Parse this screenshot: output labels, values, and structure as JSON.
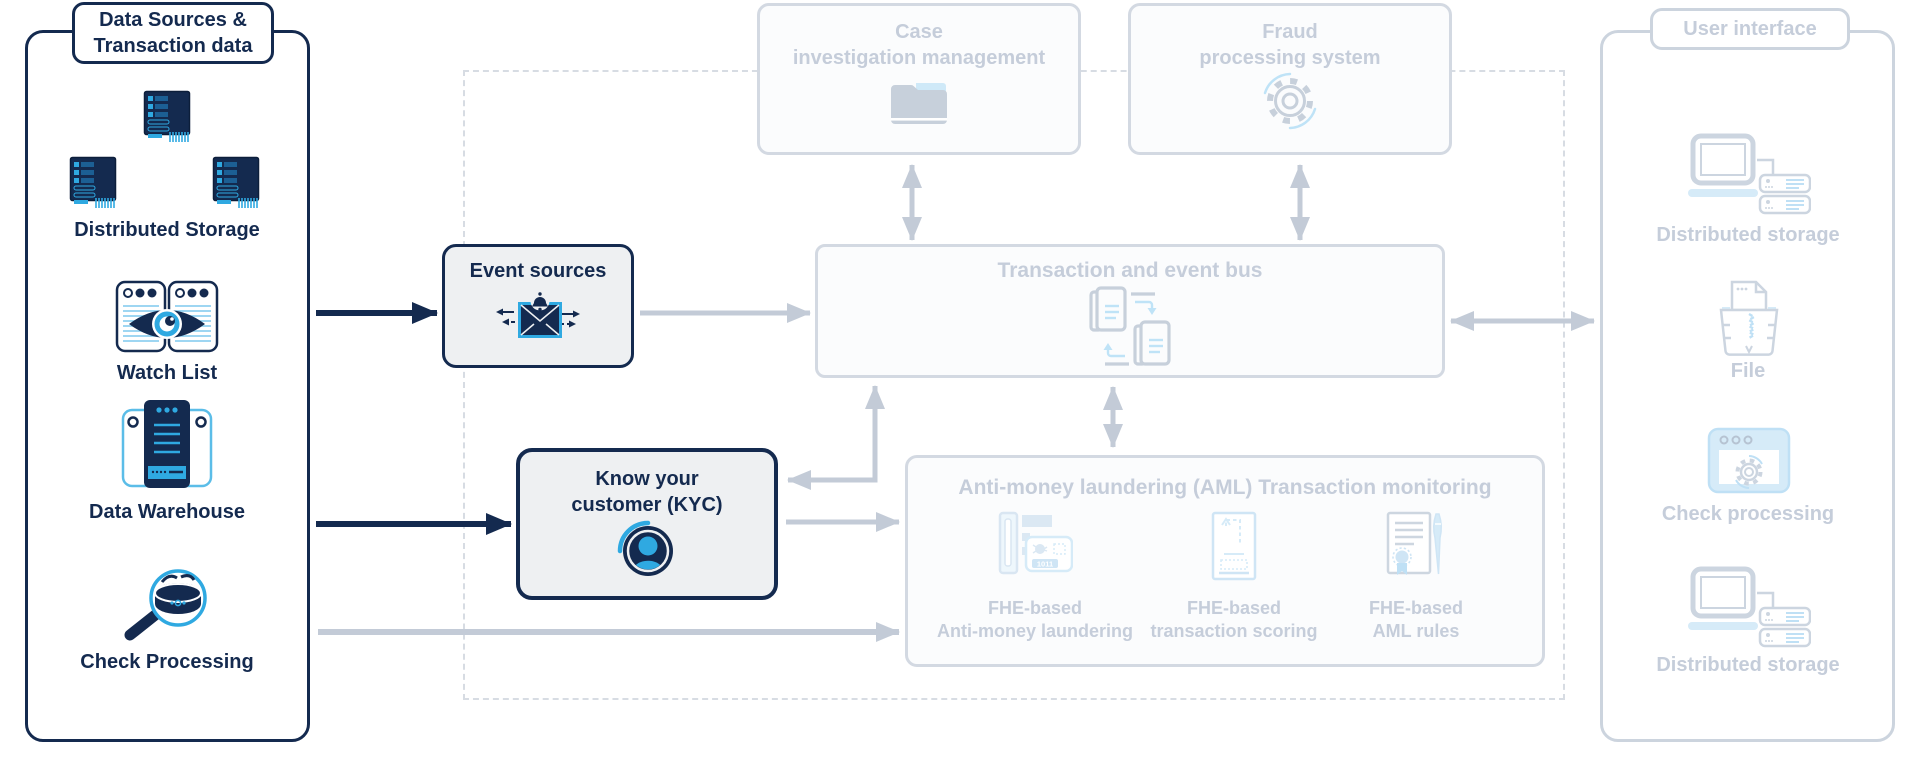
{
  "colors": {
    "navy": "#142a4f",
    "blue": "#2fa9e1",
    "light_blue": "#cfe9f8",
    "muted_text": "#c5cdda",
    "muted_border": "#d3d9e2",
    "muted_fill": "#fbfcfd",
    "active_fill": "#eef0f2",
    "arrow_gray": "#c3cbd7"
  },
  "left_panel": {
    "title_line1": "Data Sources &",
    "title_line2": "Transaction data",
    "items": [
      {
        "label": "Distributed Storage",
        "icon": "server-cluster-icon"
      },
      {
        "label": "Watch List",
        "icon": "watch-list-icon"
      },
      {
        "label": "Data Warehouse",
        "icon": "data-warehouse-icon"
      },
      {
        "label": "Check Processing",
        "icon": "magnifier-check-icon"
      }
    ]
  },
  "event_sources": {
    "label": "Event sources",
    "icon": "notification-envelope-icon"
  },
  "kyc": {
    "label_line1": "Know your",
    "label_line2": "customer (KYC)",
    "icon": "customer-profile-icon"
  },
  "case_management": {
    "label_line1": "Case",
    "label_line2": "investigation management",
    "icon": "folder-icon"
  },
  "fraud_system": {
    "label_line1": "Fraud",
    "label_line2": "processing system",
    "icon": "gear-icon"
  },
  "event_bus": {
    "label": "Transaction and event bus",
    "icon": "document-exchange-icon"
  },
  "aml": {
    "title": "Anti-money laundering (AML) Transaction monitoring",
    "items": [
      {
        "label_line1": "FHE-based",
        "label_line2": "Anti-money laundering",
        "icon": "scanner-machine-icon",
        "icon_text": "1011"
      },
      {
        "label_line1": "FHE-based",
        "label_line2": "transaction scoring",
        "icon": "scoring-document-icon"
      },
      {
        "label_line1": "FHE-based",
        "label_line2": "AML rules",
        "icon": "rules-certificate-icon"
      }
    ]
  },
  "right_panel": {
    "title": "User interface",
    "items": [
      {
        "label": "Distributed storage",
        "icon": "laptop-servers-icon"
      },
      {
        "label": "File",
        "icon": "file-shredder-icon"
      },
      {
        "label": "Check processing",
        "icon": "browser-gear-icon"
      },
      {
        "label": "Distributed storage",
        "icon": "laptop-servers-icon"
      }
    ]
  }
}
